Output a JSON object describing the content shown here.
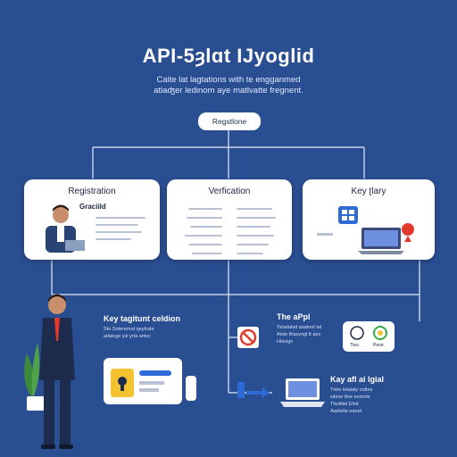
{
  "header": {
    "title": "API-5ȝlɑt IJyoglid",
    "subtitle_line1": "Caite lat lagtations with te engganmed",
    "subtitle_line2": "atiaʤer ledinom aye matlvatte fregnent."
  },
  "top_pill": {
    "label": "Regstlone"
  },
  "cards": [
    {
      "title": "Registration",
      "sublabel": "Graciild"
    },
    {
      "title": "Verfication"
    },
    {
      "title": "Key ʈlary"
    }
  ],
  "lower": {
    "left_heading": "Key tagitunt celdion",
    "left_desc_line1": "Ste Snteremot qeytrate",
    "left_desc_line2": "atlatcge ysl yrta antvc",
    "mid_heading": "The aPpl",
    "mid_desc_line1": "Tsoalatvd asatont tel",
    "mid_desc_line2": "Aiste thasyngl tt aes",
    "mid_desc_line3": "Hlavigo",
    "status_label_left": "Tleo",
    "status_label_right": "Perai",
    "bottom_heading": "Kay afl ai lgial",
    "bottom_desc_line1": "Tnbe lelaiaty ooltes",
    "bottom_desc_line2": "sitzoe ttne eomnle",
    "bottom_desc_line3": "Thotitiel Elnit",
    "bottom_desc_line4": "Aaetolie eanet"
  },
  "colors": {
    "background": "#2a4e92",
    "card": "#ffffff",
    "accent_blue": "#2f6bd6",
    "warning_red": "#e23b2e",
    "success_green": "#3aa84a",
    "folder_yellow": "#f2c230"
  }
}
